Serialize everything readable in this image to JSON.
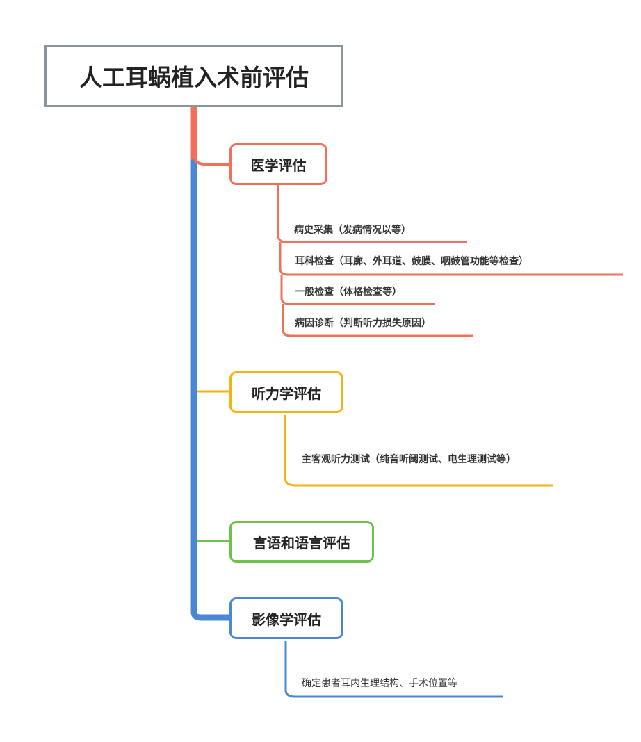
{
  "root": {
    "title": "人工耳蜗植入术前评估"
  },
  "branches": {
    "medical": {
      "label": "医学评估",
      "color": "#f0705a",
      "items": [
        "病史采集（发病情况以等）",
        "耳科检查（耳廓、外耳道、鼓膜、咽鼓管功能等检查）",
        "一般检查（体格检查等）",
        "病因诊断（判断听力损失原因）"
      ]
    },
    "audiology": {
      "label": "听力学评估",
      "color": "#f2b315",
      "items": [
        "主客观听力测试（纯音听阈测试、电生理测试等）"
      ]
    },
    "speech": {
      "label": "言语和语言评估",
      "color": "#6cc24a",
      "items": []
    },
    "imaging": {
      "label": "影像学评估",
      "color": "#4a88d4",
      "items": [
        "确定患者耳内生理结构、手术位置等"
      ]
    }
  },
  "trunk_color": "#4a88d4",
  "trunk_top_color": "#f0705a"
}
